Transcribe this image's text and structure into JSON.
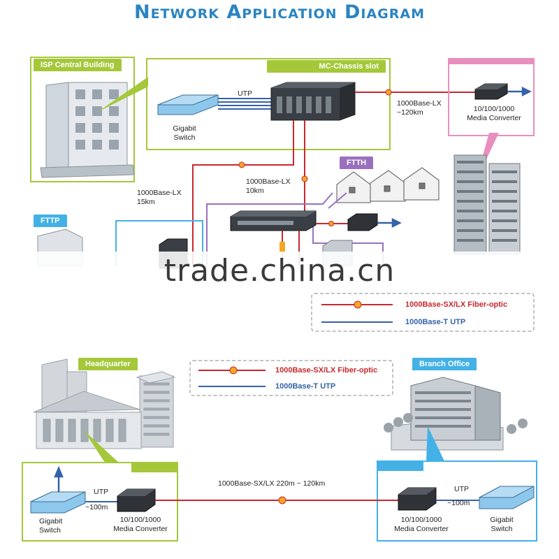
{
  "title": "Network Application Diagram",
  "watermark": "trade.china.cn",
  "top": {
    "isp_tab": "ISP Central Building",
    "chassis_tab": "MC-Chassis slot",
    "ftth_tab": "FTTH",
    "fttp_tab": "FTTP",
    "utp": "UTP",
    "gigabit_switch": "Gigabit\nSwitch",
    "link_120km": "1000Base-LX\n~120km",
    "link_10km": "1000Base-LX\n10km",
    "link_15km": "1000Base-LX\n15km",
    "media_converter": "10/100/1000\nMedia Converter"
  },
  "legend": {
    "fiber": "1000Base-SX/LX Fiber-optic",
    "utp": "1000Base-T UTP"
  },
  "bottom": {
    "hq_tab": "Headquarter",
    "branch_tab": "Branch Office",
    "main_link": "1000Base-SX/LX 220m ~ 120km",
    "left_utp": "UTP",
    "left_dist": "~100m",
    "left_switch": "Gigabit\nSwitch",
    "left_mc": "10/100/1000\nMedia Converter",
    "right_utp": "UTP",
    "right_dist": "~100m",
    "right_switch": "Gigabit\nSwitch",
    "right_mc": "10/100/1000\nMedia Converter"
  },
  "colors": {
    "fiber": "#c8282e",
    "utp": "#3562a8",
    "green": "#a4c83a",
    "pink": "#e88fc0",
    "blue": "#43b1e6",
    "purple": "#9a70be",
    "title": "#2a84c2"
  }
}
